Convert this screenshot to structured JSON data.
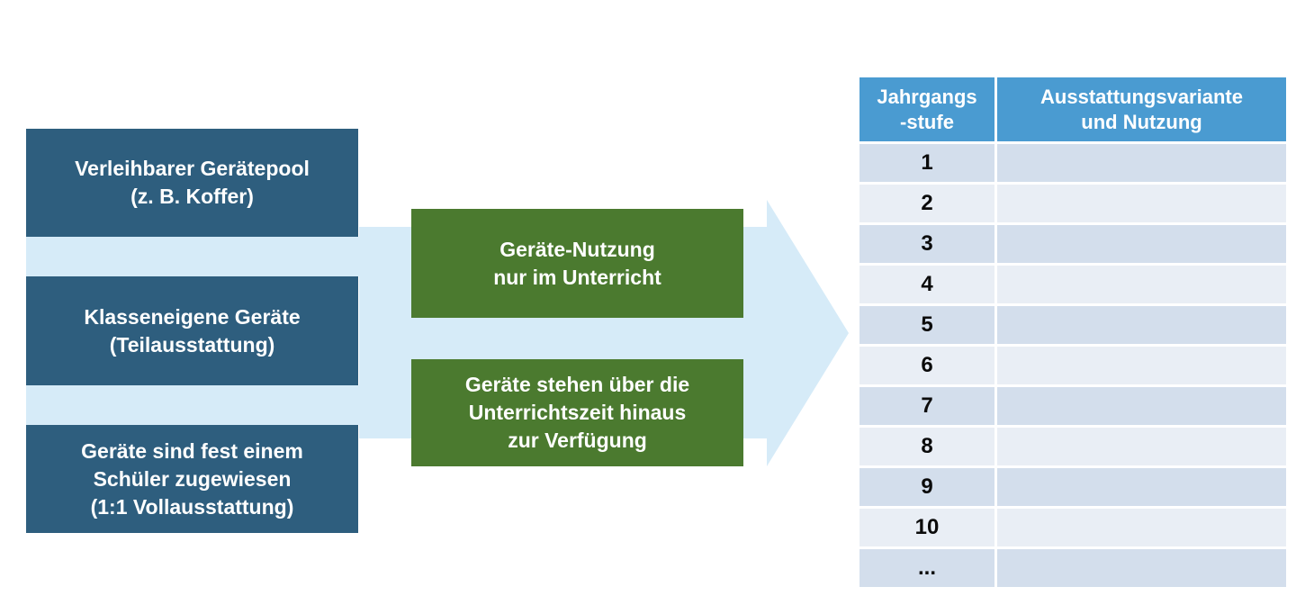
{
  "colors": {
    "bg": "#ffffff",
    "dark-box": "#2E5E7E",
    "green-box": "#4B7A2F",
    "arrow": "#D6EBF8",
    "header-blue": "#4A9BD1",
    "row-dark": "#D3DEEC",
    "row-light": "#E9EEF5",
    "text-light": "#ffffff",
    "text-dark": "#0b0b0b"
  },
  "left_boxes": [
    {
      "lines": [
        "Verleihbarer Gerätepool",
        "(z. B. Koffer)"
      ]
    },
    {
      "lines": [
        "Klasseneigene Geräte",
        "(Teilausstattung)"
      ]
    },
    {
      "lines": [
        "Geräte sind fest einem",
        "Schüler zugewiesen",
        "(1:1 Vollausstattung)"
      ]
    }
  ],
  "green_boxes": [
    {
      "lines": [
        "Geräte-Nutzung",
        "nur im Unterricht"
      ]
    },
    {
      "lines": [
        "Geräte stehen über die",
        "Unterrichtszeit hinaus",
        "zur Verfügung"
      ]
    }
  ],
  "table": {
    "headers": [
      {
        "lines": [
          "Jahrgangs",
          "-stufe"
        ]
      },
      {
        "lines": [
          "Ausstattungsvariante",
          "und Nutzung"
        ]
      }
    ],
    "rows": [
      "1",
      "2",
      "3",
      "4",
      "5",
      "6",
      "7",
      "8",
      "9",
      "10",
      "..."
    ]
  }
}
